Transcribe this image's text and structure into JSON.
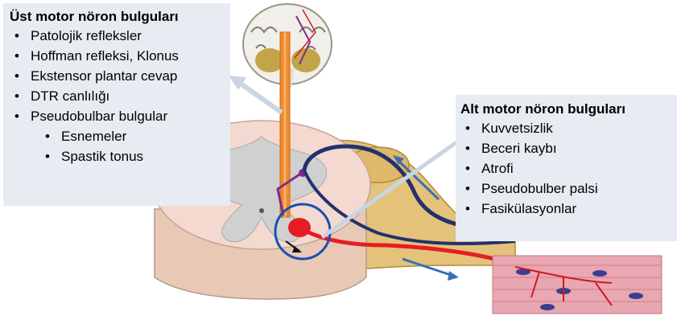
{
  "upper_box": {
    "title": "Üst motor nöron bulguları",
    "items": [
      "Patolojik refleksler",
      "Hoffman refleksi, Klonus",
      "Ekstensor plantar cevap",
      "DTR canlılığı",
      "Pseudobulbar bulgular"
    ],
    "subitems": [
      "Esnemeler",
      "Spastik tonus"
    ]
  },
  "lower_box": {
    "title": "Alt motor nöron bulguları",
    "items": [
      "Kuvvetsizlik",
      "Beceri kaybı",
      "Atrofi",
      "Pseudobulber palsi",
      "Fasikülasyonlar"
    ]
  },
  "colors": {
    "box_bg": "#e6ecf2",
    "upper_neuron": "#f08a2a",
    "lower_neuron": "#e51d24",
    "sensory": "#25306e",
    "arrow": "#3a6fb5",
    "pointer": "#c9d5e3"
  }
}
